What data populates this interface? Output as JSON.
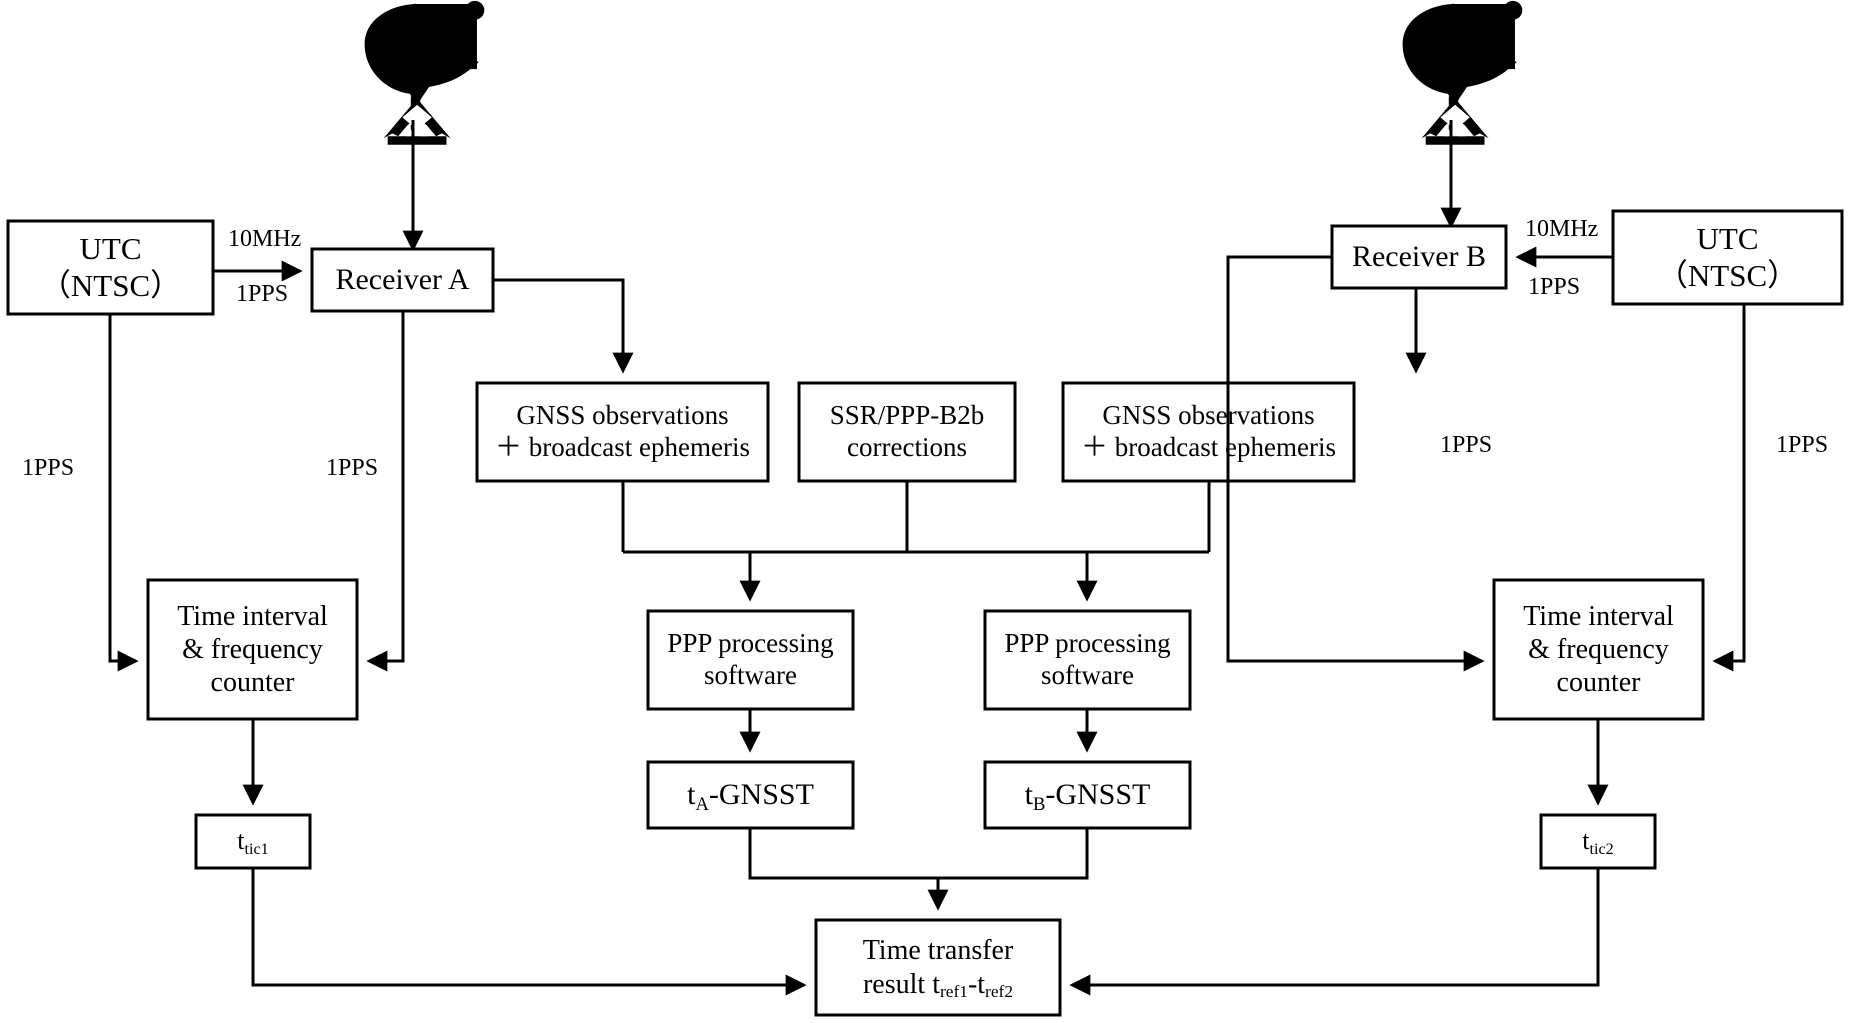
{
  "diagram": {
    "title": "GNSS PPP time transfer block diagram",
    "colors": {
      "line": "#000000",
      "box_fill": "#ffffff",
      "background": "#ffffff",
      "text": "#000000"
    },
    "icons": [
      {
        "name": "satellite-dish-icon-left",
        "label": "satellite dish antenna"
      },
      {
        "name": "satellite-dish-icon-right",
        "label": "satellite dish antenna"
      }
    ],
    "nodes": {
      "utc_left": {
        "lines": [
          "UTC",
          "（NTSC）"
        ]
      },
      "receiver_a": {
        "lines": [
          "Receiver A"
        ]
      },
      "gnss_obs_a": {
        "lines": [
          "GNSS observations",
          "＋ broadcast ephemeris"
        ]
      },
      "ssr_corrections": {
        "lines": [
          "SSR/PPP-B2b",
          "corrections"
        ]
      },
      "gnss_obs_b": {
        "lines": [
          "GNSS observations",
          "＋ broadcast ephemeris"
        ]
      },
      "receiver_b": {
        "lines": [
          "Receiver B"
        ]
      },
      "utc_right": {
        "lines": [
          "UTC",
          "（NTSC）"
        ]
      },
      "counter_left": {
        "lines": [
          "Time interval",
          "& frequency",
          "counter"
        ]
      },
      "counter_right": {
        "lines": [
          "Time interval",
          "& frequency",
          "counter"
        ]
      },
      "ppp_left": {
        "lines": [
          "PPP processing",
          "software"
        ]
      },
      "ppp_right": {
        "lines": [
          "PPP processing",
          "software"
        ]
      },
      "ta_gnsst": {
        "html": "t<sub>A</sub>-GNSST"
      },
      "tb_gnsst": {
        "html": "t<sub>B</sub>-GNSST"
      },
      "ttic1": {
        "html": "t<sub>tic1</sub>"
      },
      "ttic2": {
        "html": "t<sub>tic2</sub>"
      },
      "result": {
        "line1": "Time transfer",
        "line2_html": "result t<sub>ref1</sub>-t<sub>ref2</sub>"
      }
    },
    "edge_labels": {
      "left_10mhz": "10MHz",
      "left_1pps_receiver": "1PPS",
      "left_1pps_utc_down": "1PPS",
      "left_1pps_receiver_down": "1PPS",
      "right_10mhz": "10MHz",
      "right_1pps_receiver": "1PPS",
      "right_1pps_receiver_down": "1PPS",
      "right_1pps_utc_down": "1PPS"
    }
  }
}
